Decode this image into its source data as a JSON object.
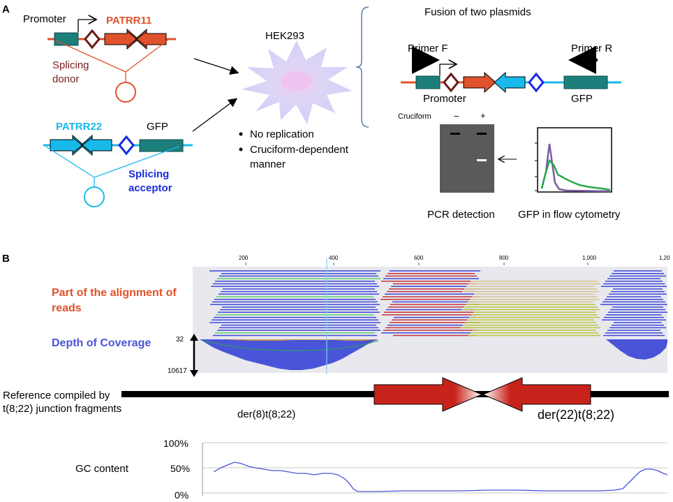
{
  "panel_a": {
    "label": "A",
    "promoter_label": "Promoter",
    "patrr11_label": "PATRR11",
    "splicing_donor_line1": "Splicing",
    "splicing_donor_line2": "donor",
    "patrr22_label": "PATRR22",
    "gfp_label": "GFP",
    "splicing_acceptor_line1": "Splicing",
    "splicing_acceptor_line2": "acceptor",
    "cell_label": "HEK293",
    "bullet1": "No replication",
    "bullet2": "Cruciform-dependent",
    "bullet2b": "manner",
    "fusion_title": "Fusion of two plasmids",
    "primer_f": "Primer F",
    "primer_r": "Primer R",
    "fused_promoter": "Promoter",
    "fused_gfp": "GFP",
    "gel_header": "Cruciform",
    "gel_minus": "–",
    "gel_plus": "+",
    "pcr_caption": "PCR detection",
    "flow_caption": "GFP in flow cytometry",
    "colors": {
      "orange": "#e0522b",
      "cyan": "#19b9ea",
      "teal": "#1d7f7b",
      "diamond_red": "#6b1a1a",
      "diamond_blue": "#1a2be0"
    }
  },
  "panel_b": {
    "label": "B",
    "ruler_ticks": [
      "200",
      "400",
      "600",
      "800",
      "1,000",
      "1,20"
    ],
    "alignment_line1": "Part of the alignment of",
    "alignment_line2": "reads",
    "depth_label": "Depth of Coverage",
    "depth_top": "32",
    "depth_bottom": "10617",
    "reference_line1": "Reference compiled by",
    "reference_line2": "t(8;22) junction fragments",
    "der8": "der(8)t(8;22)",
    "der22": "der(22)t(8;22)",
    "gc_label": "GC content",
    "gc_ticks": [
      "100%",
      "50%",
      "0%"
    ]
  }
}
